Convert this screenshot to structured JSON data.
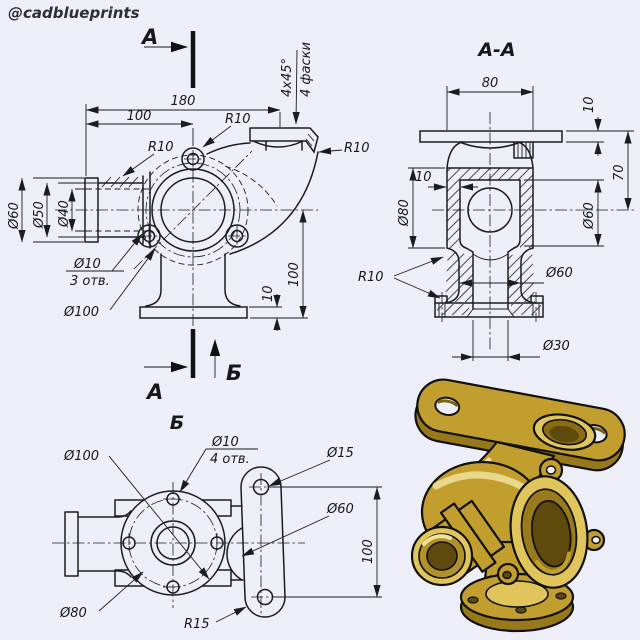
{
  "watermark": "@cadblueprints",
  "front": {
    "dim_180": "180",
    "dim_100_top": "100",
    "r10_top": "R10",
    "r10_left": "R10",
    "r10_right": "R10",
    "chamfer_qty": "4x45°",
    "chamfer_note": "4 фаски",
    "dia60": "Ø60",
    "dia50": "Ø50",
    "dia40": "Ø40",
    "dia10": "Ø10",
    "holes_note": "3 отв.",
    "dia100": "Ø100",
    "dim_100_right": "100",
    "dim_10_flange": "10",
    "section_letter_top": "А",
    "section_letter_bottom": "А",
    "view_letter": "Б"
  },
  "section": {
    "title": "А-А",
    "dim_80": "80",
    "dim_10_flange": "10",
    "dim_70": "70",
    "dia80": "Ø80",
    "dim_10_wall": "10",
    "dia60_cavity": "Ø60",
    "r10": "R10",
    "dia60_stem": "Ø60",
    "dia30": "Ø30"
  },
  "bottom": {
    "title": "Б",
    "dia100": "Ø100",
    "dia10": "Ø10",
    "holes_note": "4 отв.",
    "dia15": "Ø15",
    "dia60": "Ø60",
    "dim_100": "100",
    "dia80": "Ø80",
    "r15": "R15"
  },
  "colors": {
    "background": "#edeef8",
    "ink": "#1c1c1f",
    "gold_main": "#c29e2e",
    "gold_light": "#dfc55c",
    "gold_pale": "#f0e09a",
    "gold_dark": "#97781a",
    "gold_deep": "#5e4a0c",
    "outline": "#101010"
  }
}
